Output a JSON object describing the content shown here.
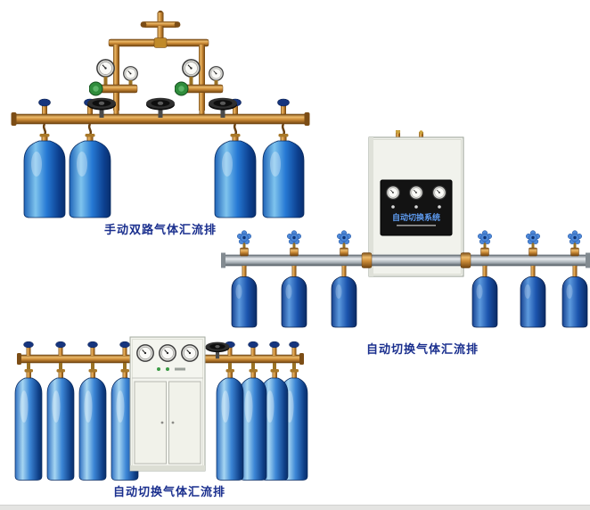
{
  "page": {
    "background": "#ffffff",
    "type": "gas-manifold-product-catalog"
  },
  "figures": [
    {
      "id": "manual-dual-manifold",
      "caption": "手动双路气体汇流排",
      "cylinder_count": 4,
      "gauge_count": 4,
      "valve_handwheel_count": 3
    },
    {
      "id": "auto-switch-manifold-wall-cabinet",
      "caption": "自动切换气体汇流排",
      "cabinet_label": "自动切换系统",
      "cylinder_count": 6,
      "gauge_count": 3
    },
    {
      "id": "auto-switch-manifold-floor-cabinet",
      "caption": "自动切换气体汇流排",
      "cylinder_count": 8,
      "gauge_count": 3
    }
  ],
  "colors": {
    "caption_text": "#1a2f8e",
    "brass_pipe": "#cd8c38",
    "aluminum_pipe": "#a9b1b7",
    "cylinder_blue": "#2679d4",
    "cabinet_body": "#f1f2ec",
    "cabinet_panel": "#131313",
    "panel_label_blue": "#5e9cf2"
  }
}
